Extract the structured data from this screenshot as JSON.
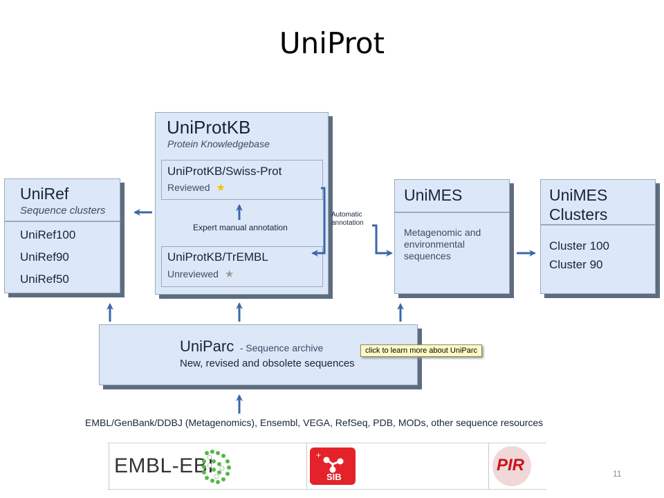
{
  "title": "UniProt",
  "uniprotkb": {
    "title": "UniProtKB",
    "subtitle": "Protein Knowledgebase"
  },
  "swissprot": {
    "title": "UniProtKB/Swiss-Prot",
    "status": "Reviewed"
  },
  "expert_annotation": "Expert manual annotation",
  "trembl": {
    "title": "UniProtKB/TrEMBL",
    "status": "Unreviewed"
  },
  "uniref": {
    "title": "UniRef",
    "subtitle": "Sequence clusters",
    "items": [
      "UniRef100",
      "UniRef90",
      "UniRef50"
    ]
  },
  "automatic_annotation": [
    "Automatic",
    "annotation"
  ],
  "unimes": {
    "title": "UniMES",
    "desc": [
      "Metagenomic and",
      "environmental",
      "sequences"
    ]
  },
  "unimes_clusters": {
    "title": [
      "UniMES",
      "Clusters"
    ],
    "items": [
      "Cluster 100",
      "Cluster 90"
    ]
  },
  "uniparc": {
    "title": "UniParc",
    "subtitle": "- Sequence archive",
    "desc": "New, revised and obsolete sequences"
  },
  "tooltip": "click to  learn more about UniParc",
  "sources": "EMBL/GenBank/DDBJ (Metagenomics), Ensembl, VEGA, RefSeq, PDB, MODs, other sequence resources",
  "logos": {
    "embl": "EMBL-EBI",
    "sib": "SIB",
    "pir": "PIR"
  },
  "page_number": "11",
  "colors": {
    "box_fill": "#dce8f8",
    "arrow": "#3b66a8",
    "star_reviewed": "#f2c200",
    "star_unreviewed": "#9a9a9a",
    "sib_red": "#e4222a",
    "pir_red": "#c8141e"
  },
  "icons": {
    "reviewed": "star-icon",
    "unreviewed": "star-icon"
  }
}
